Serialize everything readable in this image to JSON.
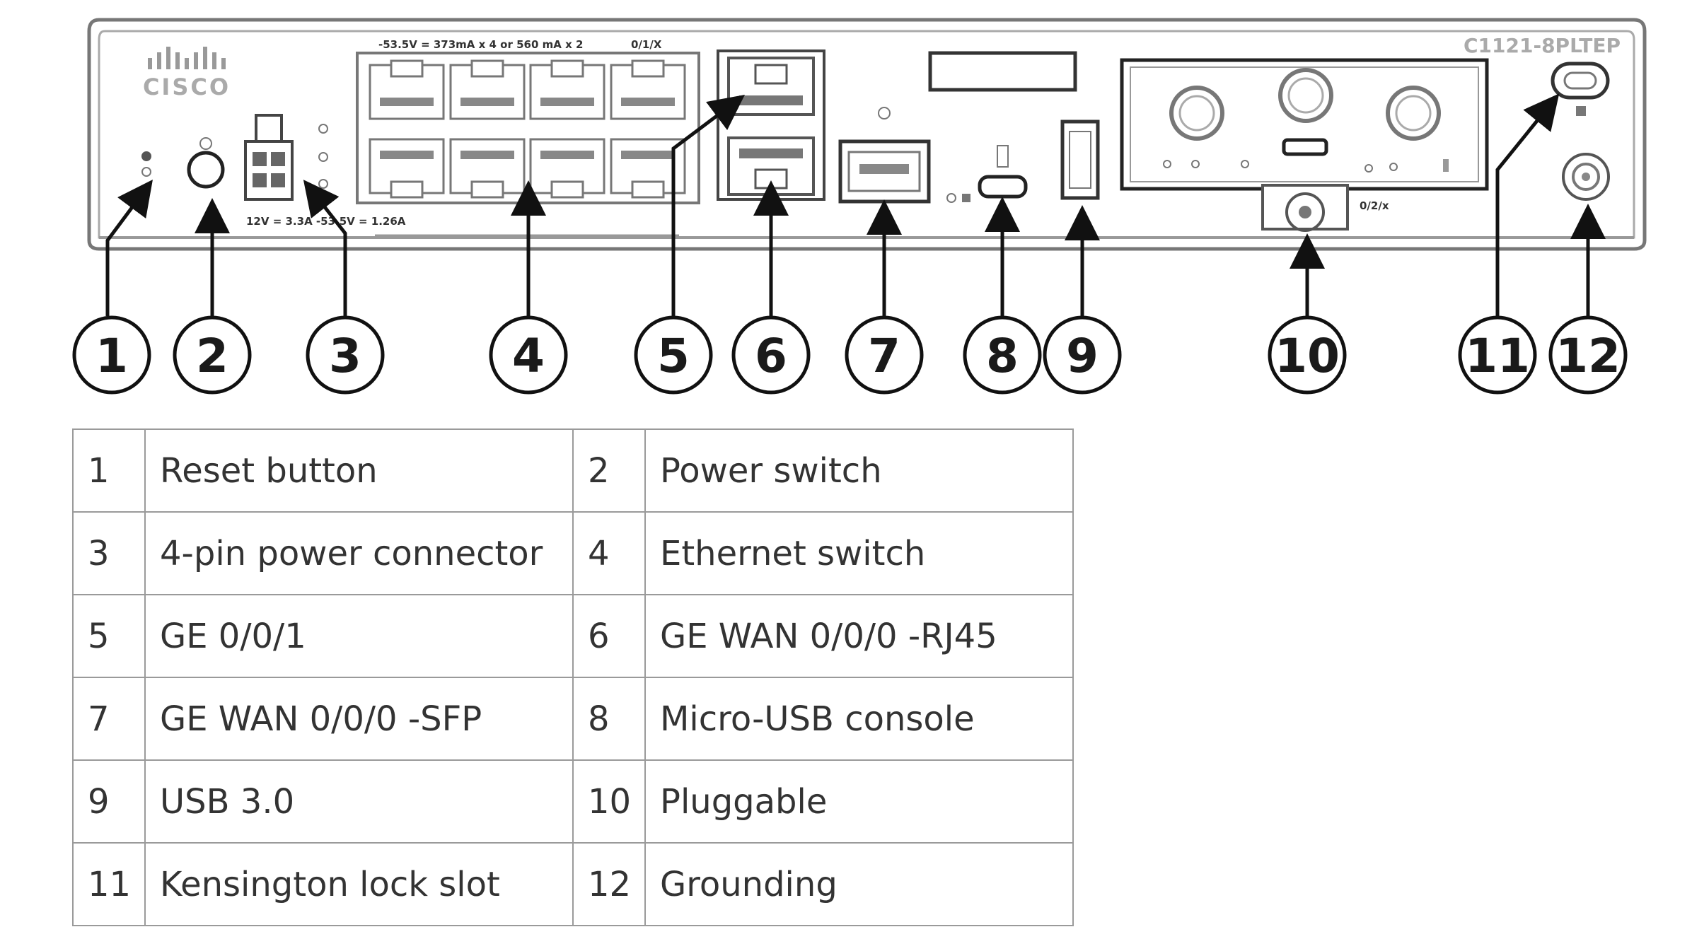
{
  "device": {
    "brand": "CISCO",
    "model": "C1121-8PLTEP",
    "port_label_top_left": "-53.5V = 373mA x 4 or 560 mA x 2",
    "port_label_top_right": "0/1/X",
    "power_label": "12V = 3.3A -53.5V = 1.26A",
    "pluggable_label": "0/2/x"
  },
  "callouts": [
    "1",
    "2",
    "3",
    "4",
    "5",
    "6",
    "7",
    "8",
    "9",
    "10",
    "11",
    "12"
  ],
  "legend": {
    "rows": [
      {
        "n1": "1",
        "l1": "Reset button",
        "n2": "2",
        "l2": "Power switch"
      },
      {
        "n1": "3",
        "l1": "4-pin power connector",
        "n2": "4",
        "l2": "Ethernet switch"
      },
      {
        "n1": "5",
        "l1": "GE 0/0/1",
        "n2": "6",
        "l2": "GE WAN 0/0/0 -RJ45"
      },
      {
        "n1": "7",
        "l1": "GE WAN 0/0/0 -SFP",
        "n2": "8",
        "l2": "Micro-USB console"
      },
      {
        "n1": "9",
        "l1": "USB 3.0",
        "n2": "10",
        "l2": "Pluggable"
      },
      {
        "n1": "11",
        "l1": "Kensington lock slot",
        "n2": "12",
        "l2": "Grounding"
      }
    ]
  }
}
